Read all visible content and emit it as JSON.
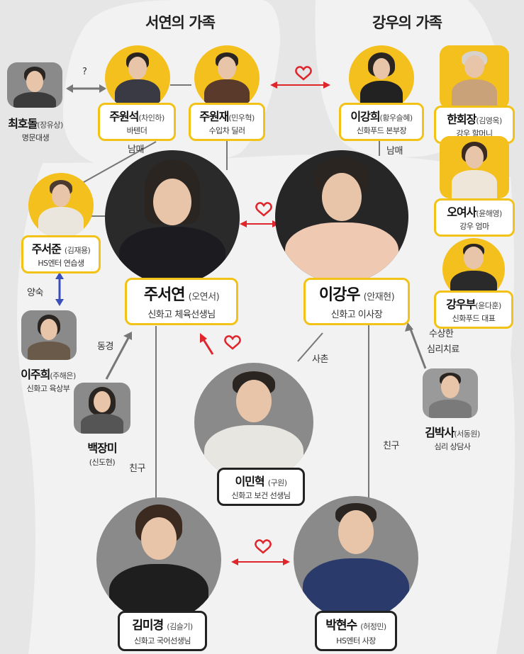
{
  "groups": {
    "left": "서연의 가족",
    "right": "강우의 가족"
  },
  "characters": {
    "choihodol": {
      "name": "최호돌",
      "actor": "(장유상)",
      "role": "명문대생"
    },
    "juwonseok": {
      "name": "주원석",
      "actor": "(차인하)",
      "role": "바텐더"
    },
    "juwonjae": {
      "name": "주원재",
      "actor": "(민우혁)",
      "role": "수입차 딜러"
    },
    "leekanghee": {
      "name": "이강희",
      "actor": "(황우슬혜)",
      "role": "신화푸드 본부장"
    },
    "hanhoejang": {
      "name": "한회장",
      "actor": "(김영옥)",
      "role": "강우 할머니"
    },
    "oyeosa": {
      "name": "오여사",
      "actor": "(윤해영)",
      "role": "강우 엄마"
    },
    "gangwoobu": {
      "name": "강우부",
      "actor": "(윤다훈)",
      "role": "신화푸드 대표"
    },
    "juseojun": {
      "name": "주서준",
      "actor": "(김재용)",
      "role": "HS엔터 연습생"
    },
    "juseoyeon": {
      "name": "주서연",
      "actor": "(오연서)",
      "role": "신화고 체육선생님"
    },
    "leekangwoo": {
      "name": "이강우",
      "actor": "(안재현)",
      "role": "신화고 이사장"
    },
    "leejuhee": {
      "name": "이주희",
      "actor": "(주해은)",
      "role": "신화고 육상부"
    },
    "baekjangmi": {
      "name": "백장미",
      "actor": "(신도현)",
      "role": ""
    },
    "leeminhyuk": {
      "name": "이민혁",
      "actor": "(구원)",
      "role": "신화고 보건 선생님"
    },
    "kimbaksa": {
      "name": "김박사",
      "actor": "(서동원)",
      "role": "심리 상담사"
    },
    "kimmigyeong": {
      "name": "김미경",
      "actor": "(김슬기)",
      "role": "신화고 국어선생님"
    },
    "parkhyeonsu": {
      "name": "박현수",
      "actor": "(허정민)",
      "role": "HS엔터 사장"
    }
  },
  "relations": {
    "question": "?",
    "siblings_left": "남매",
    "siblings_right": "남매",
    "love": "양숙",
    "colleague": "동경",
    "cousin": "사촌",
    "suspicious": "수상한",
    "therapy": "심리치료",
    "friend_left": "친구",
    "friend_right": "친구"
  },
  "colors": {
    "accent_yellow": "#f4c01e",
    "arrow_red": "#e0262d",
    "arrow_blue": "#3a4fb8",
    "arrow_gray": "#777777",
    "heart": "#e0262d"
  }
}
